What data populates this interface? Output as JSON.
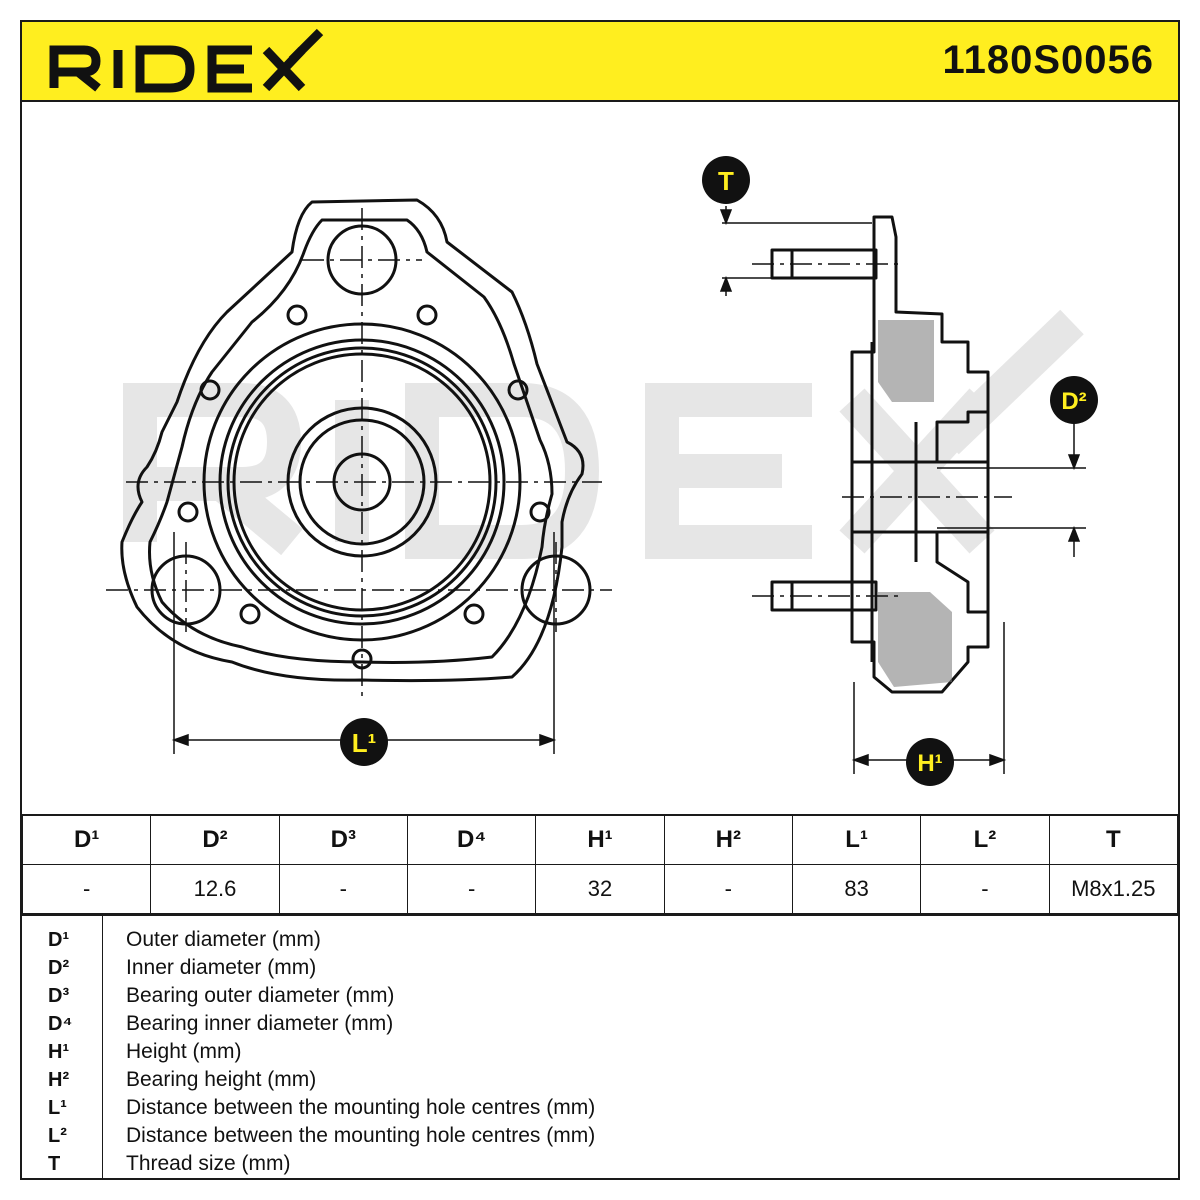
{
  "header": {
    "brand": "RIDEX",
    "part_number": "1180S0056"
  },
  "colors": {
    "header_bg": "#ffee1f",
    "badge_bg": "#111111",
    "badge_text": "#ffee1f",
    "watermark": "#e6e6e6"
  },
  "drawing": {
    "labels": {
      "T": "T",
      "D2": "D²",
      "L1": "L¹",
      "H1": "H¹"
    }
  },
  "spec_table": {
    "headers": [
      "D¹",
      "D²",
      "D³",
      "D⁴",
      "H¹",
      "H²",
      "L¹",
      "L²",
      "T"
    ],
    "values": [
      "-",
      "12.6",
      "-",
      "-",
      "32",
      "-",
      "83",
      "-",
      "M8x1.25"
    ]
  },
  "legend": [
    {
      "key": "D¹",
      "text": "Outer diameter (mm)"
    },
    {
      "key": "D²",
      "text": "Inner diameter (mm)"
    },
    {
      "key": "D³",
      "text": "Bearing outer diameter (mm)"
    },
    {
      "key": "D⁴",
      "text": "Bearing inner diameter (mm)"
    },
    {
      "key": "H¹",
      "text": "Height (mm)"
    },
    {
      "key": "H²",
      "text": "Bearing height (mm)"
    },
    {
      "key": "L¹",
      "text": "Distance between the mounting hole centres (mm)"
    },
    {
      "key": "L²",
      "text": "Distance between the mounting hole centres (mm)"
    },
    {
      "key": "T",
      "text": "Thread size (mm)"
    }
  ]
}
